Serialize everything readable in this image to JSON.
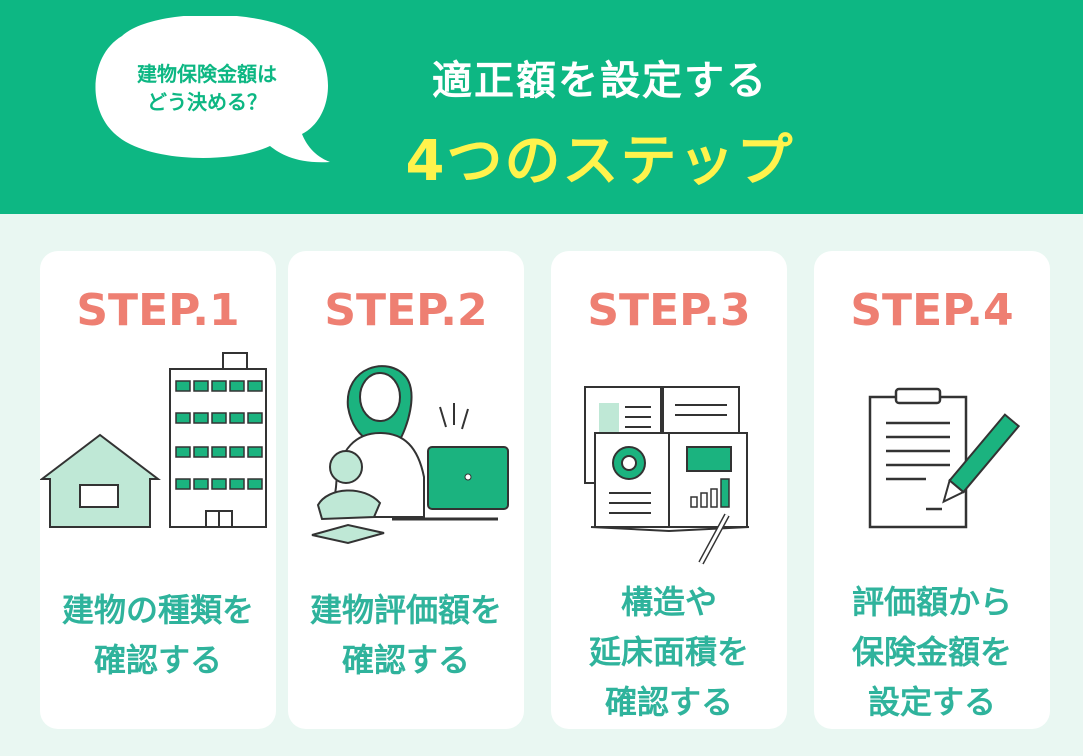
{
  "header": {
    "bubble_text": "建物保険金額は\nどう決める？",
    "title_line1": "適正額を設定する",
    "title_line2": "4つのステップ"
  },
  "steps": [
    {
      "label": "STEP.1",
      "description": "建物の種類を\n確認する",
      "icon": "house-and-building-icon"
    },
    {
      "label": "STEP.2",
      "description": "建物評価額を\n確認する",
      "icon": "woman-with-baby-laptop-icon"
    },
    {
      "label": "STEP.3",
      "description": "構造や\n延床面積を\n確認する",
      "icon": "open-document-chart-icon"
    },
    {
      "label": "STEP.4",
      "description": "評価額から\n保険金額を\n設定する",
      "icon": "clipboard-pen-icon"
    }
  ],
  "colors": {
    "header_bg": "#0db783",
    "page_bg": "#e9f7f2",
    "title_highlight": "#fff34c",
    "step_label": "#ee7f72",
    "description": "#2fb39c",
    "illustration_accent": "#1bb37f",
    "illustration_fill": "#bfe8d6"
  }
}
